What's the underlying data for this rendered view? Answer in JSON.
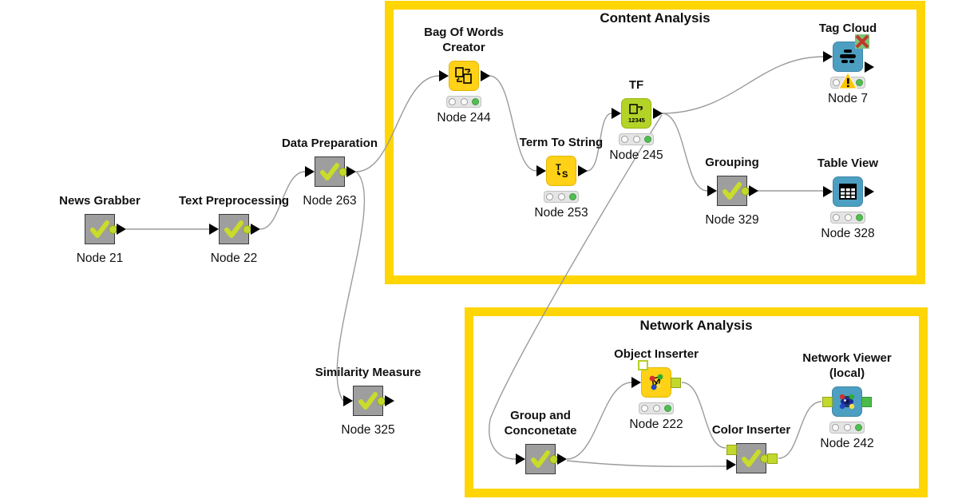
{
  "groups": {
    "content_analysis": {
      "title": "Content Analysis"
    },
    "network_analysis": {
      "title": "Network Analysis"
    }
  },
  "nodes": {
    "news_grabber": {
      "title": "News Grabber",
      "label": "Node 21"
    },
    "text_preprocessing": {
      "title": "Text Preprocessing",
      "label": "Node 22"
    },
    "data_preparation": {
      "title": "Data Preparation",
      "label": "Node 263"
    },
    "bag_of_words_creator": {
      "title": "Bag Of Words",
      "title2": "Creator",
      "label": "Node 244"
    },
    "term_to_string": {
      "title": "Term To String",
      "label": "Node 253",
      "icon_top": "T",
      "icon_bottom": "S"
    },
    "tf": {
      "title": "TF",
      "label": "Node 245",
      "icon_digits": "12345"
    },
    "tag_cloud": {
      "title": "Tag Cloud",
      "label": "Node 7"
    },
    "grouping": {
      "title": "Grouping",
      "label": "Node 329"
    },
    "table_view": {
      "title": "Table View",
      "label": "Node 328"
    },
    "similarity_measure": {
      "title": "Similarity Measure",
      "label": "Node 325"
    },
    "group_and_conconetate": {
      "title": "Group and",
      "title2": "Conconetate"
    },
    "object_inserter": {
      "title": "Object Inserter",
      "label": "Node 222"
    },
    "color_inserter": {
      "title": "Color Inserter"
    },
    "network_viewer": {
      "title": "Network Viewer",
      "title2": "(local)",
      "label": "Node 242"
    }
  },
  "colors": {
    "annotation_yellow": "#FFD503",
    "node_yellow": "#FFD117",
    "node_lime": "#B4D327",
    "node_blue": "#4D9FC2",
    "metanode_gray": "#9E9E9E",
    "check_lime": "#C9DC2A",
    "port_lime": "#C3D82C",
    "port_green": "#4CBB4C",
    "status_green": "#53BC53",
    "warning_yellow": "#FFC400",
    "error_red": "#C0392B",
    "edge_gray": "#9B9B9B"
  }
}
